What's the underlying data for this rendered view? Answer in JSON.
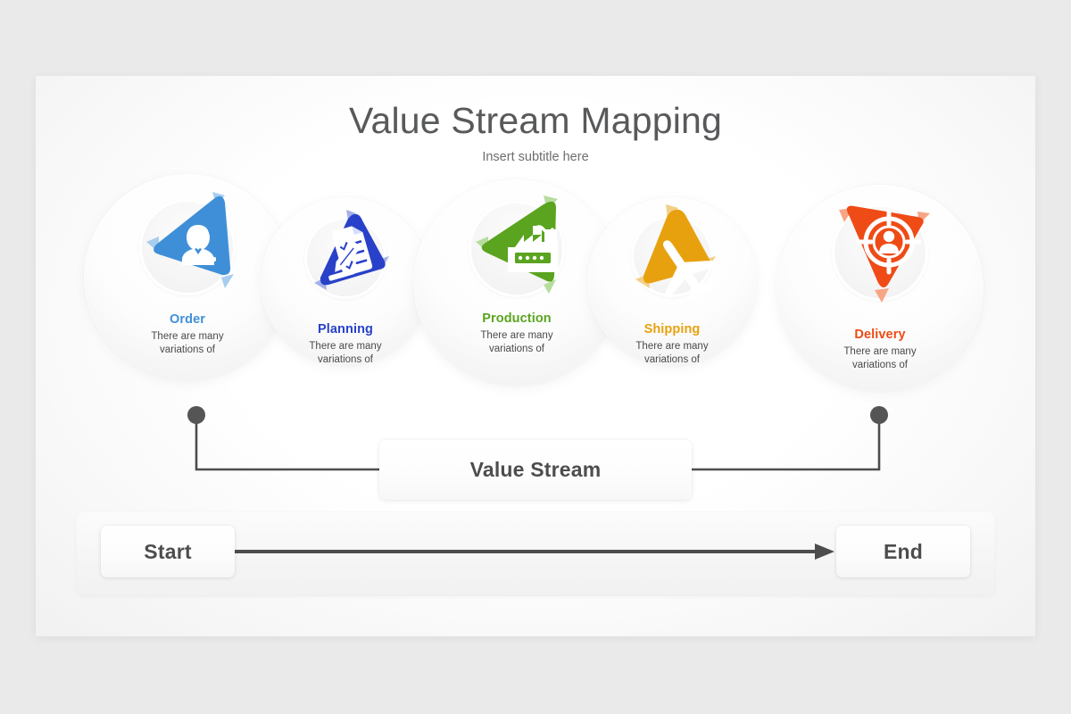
{
  "header": {
    "title": "Value Stream Mapping",
    "subtitle": "Insert subtitle here"
  },
  "theme": {
    "background": "#eaeaea",
    "slide_background": "#ffffff",
    "text_dark": "#58595b",
    "line_color": "#4d4d4d"
  },
  "process": {
    "nodes": [
      {
        "id": "order",
        "label": "Order",
        "description": "There are many\nvariations of",
        "description_line1": "There are many",
        "description_line2": "variations of",
        "color": "#3f8fd8",
        "accent_color": "#a8cdef",
        "icon": "user-person-icon",
        "size": "big"
      },
      {
        "id": "planning",
        "label": "Planning",
        "description": "There are many\nvariations of",
        "description_line1": "There are many",
        "description_line2": "variations of",
        "color": "#2841c8",
        "accent_color": "#a6b0e6",
        "icon": "checklist-pencil-icon",
        "size": "small"
      },
      {
        "id": "production",
        "label": "Production",
        "description": "There are many\nvariations of",
        "description_line1": "There are many",
        "description_line2": "variations of",
        "color": "#5aa41f",
        "accent_color": "#b7dca0",
        "icon": "factory-icon",
        "size": "big"
      },
      {
        "id": "shipping",
        "label": "Shipping",
        "description": "There are many\nvariations of",
        "description_line1": "There are many",
        "description_line2": "variations of",
        "color": "#e8a10e",
        "accent_color": "#f3d089",
        "icon": "airplane-icon",
        "size": "small"
      },
      {
        "id": "delivery",
        "label": "Delivery",
        "description": "There are many\nvariations of",
        "description_line1": "There are many",
        "description_line2": "variations of",
        "color": "#ef4b16",
        "accent_color": "#f8a586",
        "icon": "target-person-icon",
        "size": "big"
      }
    ]
  },
  "value_stream": {
    "label": "Value Stream"
  },
  "flow": {
    "start_label": "Start",
    "end_label": "End"
  }
}
